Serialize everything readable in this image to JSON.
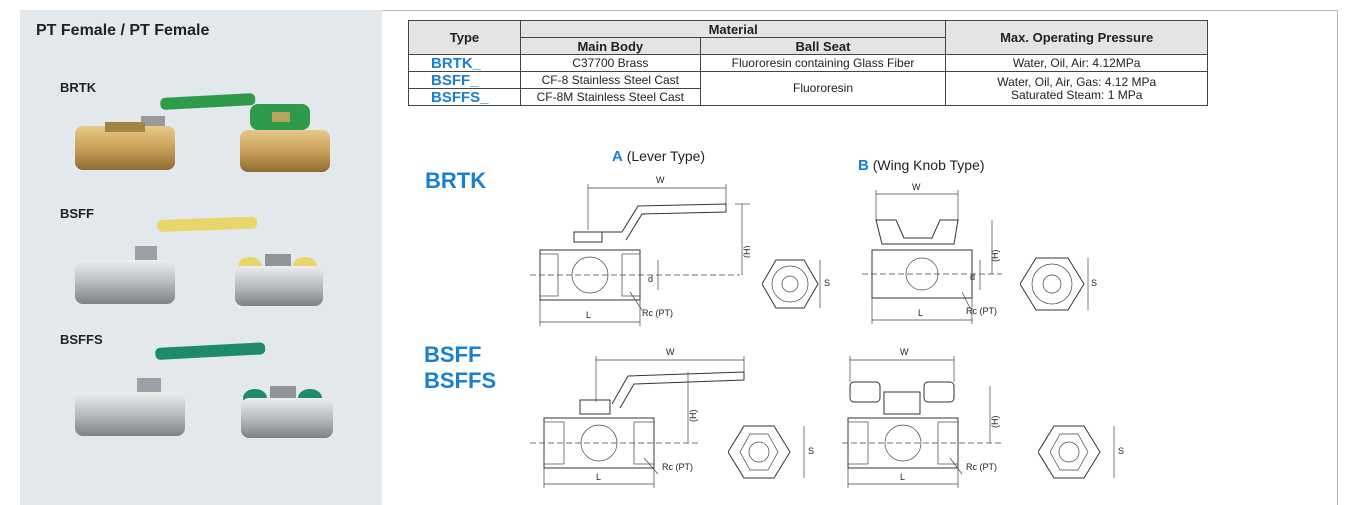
{
  "left": {
    "title": "PT Female / PT Female",
    "models": [
      "BRTK",
      "BSFF",
      "BSFFS"
    ]
  },
  "table": {
    "headers": {
      "type": "Type",
      "material": "Material",
      "main_body": "Main Body",
      "ball_seat": "Ball Seat",
      "pressure": "Max. Operating Pressure"
    },
    "rows": [
      {
        "type": "BRTK_",
        "main_body": "C37700 Brass",
        "ball_seat": "Fluororesin containing Glass Fiber",
        "pressure": "Water, Oil, Air: 4.12MPa"
      },
      {
        "type": "BSFF_",
        "main_body": "CF-8 Stainless Steel Cast"
      },
      {
        "type": "BSFFS_",
        "main_body": "CF-8M Stainless Steel Cast"
      }
    ],
    "shared_ball_seat": "Fluororesin",
    "shared_pressure_line1": "Water, Oil, Air, Gas: 4.12 MPa",
    "shared_pressure_line2": "Saturated Steam: 1 MPa"
  },
  "drawings": {
    "a_letter": "A",
    "a_label": "(Lever Type)",
    "b_letter": "B",
    "b_label": "(Wing Knob Type)",
    "series1": "BRTK",
    "series2_line1": "BSFF",
    "series2_line2": "BSFFS",
    "dim_w": "W",
    "dim_h": "(H)",
    "dim_d": "d",
    "dim_l": "L",
    "dim_s": "S",
    "dim_rc": "Rc (PT)"
  },
  "colors": {
    "accent": "#1a7fd0",
    "panel": "#e3e8ec",
    "brass": "#c9a25a",
    "green_handle": "#2e9a4a",
    "yellow_handle": "#e8d66a",
    "teal_handle": "#1f8a6a",
    "steel": "#b9bcc0"
  }
}
